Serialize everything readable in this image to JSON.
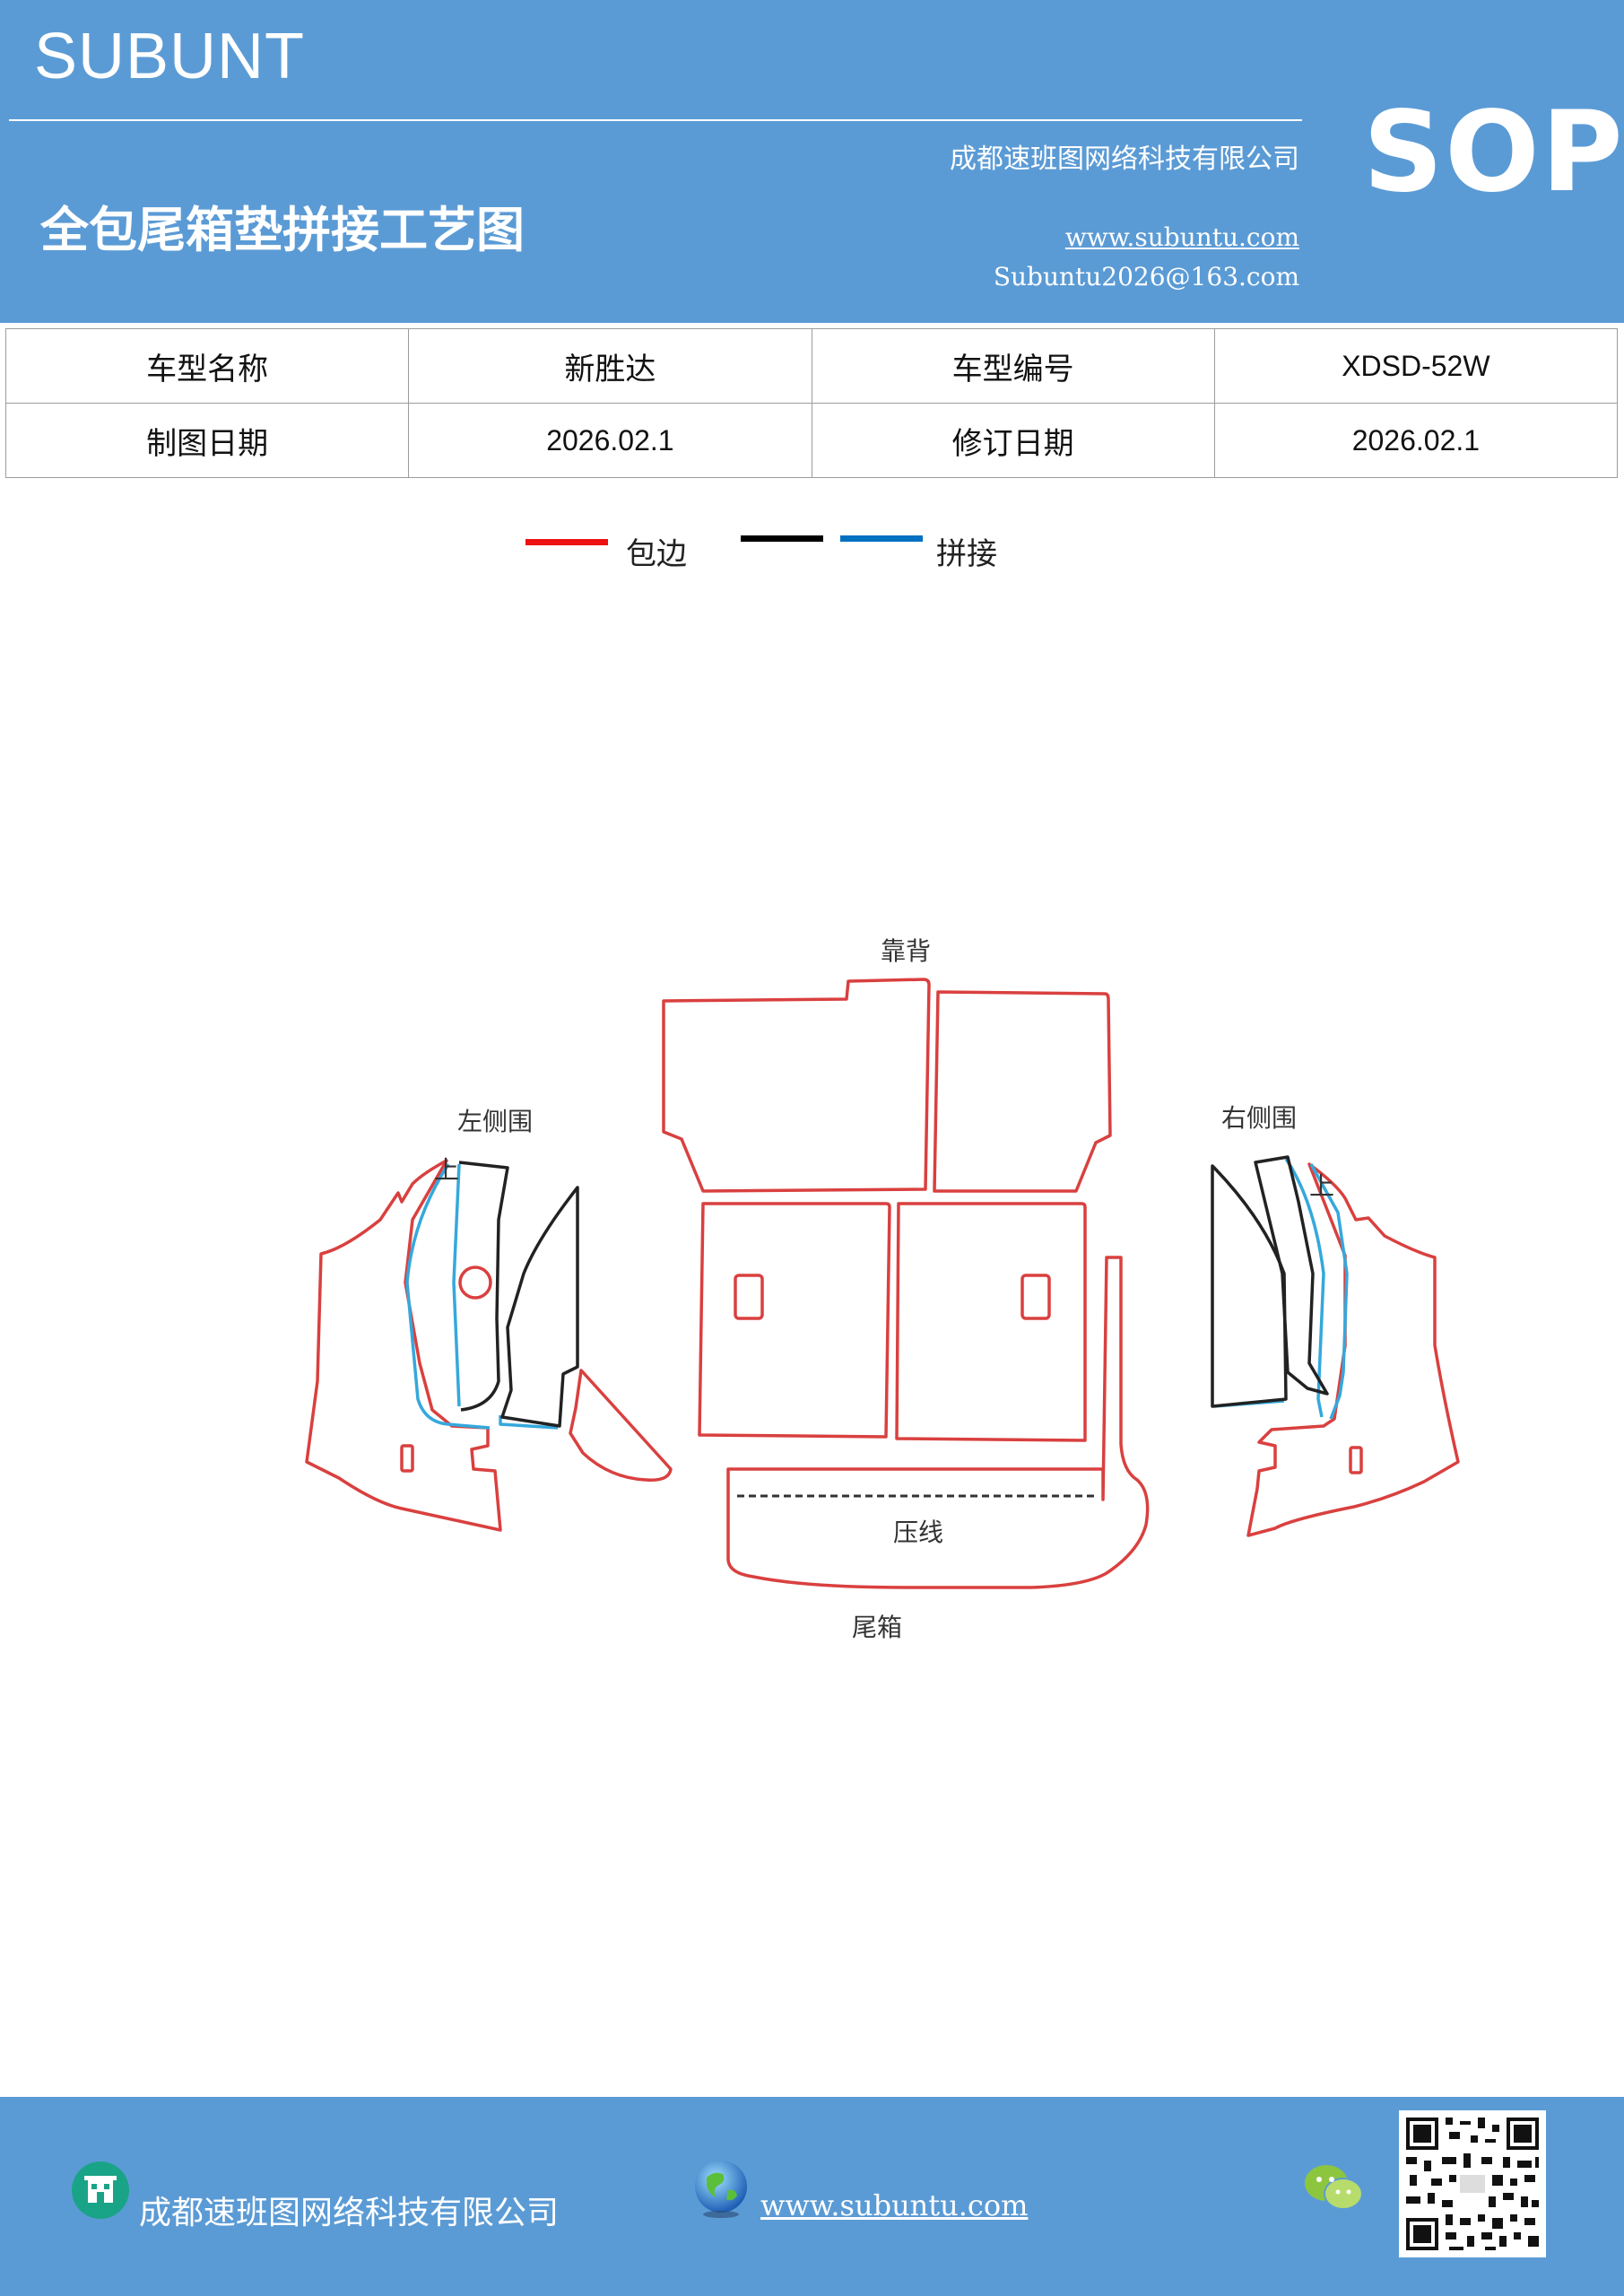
{
  "header": {
    "brand": "SUBUNT",
    "title": "全包尾箱垫拼接工艺图",
    "company": "成都速班图网络科技有限公司",
    "website": "www.subuntu.com",
    "email": "Subuntu2026@163.com",
    "badge": "SOP"
  },
  "info_table": {
    "rows": [
      [
        "车型名称",
        "新胜达",
        "车型编号",
        "XDSD-52W"
      ],
      [
        "制图日期",
        "2026.02.1",
        "修订日期",
        "2026.02.1"
      ]
    ]
  },
  "legend": {
    "items": [
      {
        "label": "包边",
        "color": "#ee1111"
      },
      {
        "label": "",
        "color": "#000000"
      },
      {
        "label": "拼接",
        "color": "#0070c0"
      }
    ]
  },
  "diagram": {
    "labels": {
      "back": "靠背",
      "left_side": "左侧围",
      "right_side": "右侧围",
      "up_left": "上",
      "up_right": "上",
      "crease": "压线",
      "trunk": "尾箱"
    },
    "colors": {
      "edge": "#d9403f",
      "seam": "#35a8dc",
      "black": "#222222",
      "dash": "#333333"
    }
  },
  "footer": {
    "company": "成都速班图网络科技有限公司",
    "website": "www.subuntu.com",
    "icons": [
      "building-icon",
      "globe-icon",
      "wechat-icon",
      "qr-code"
    ]
  }
}
